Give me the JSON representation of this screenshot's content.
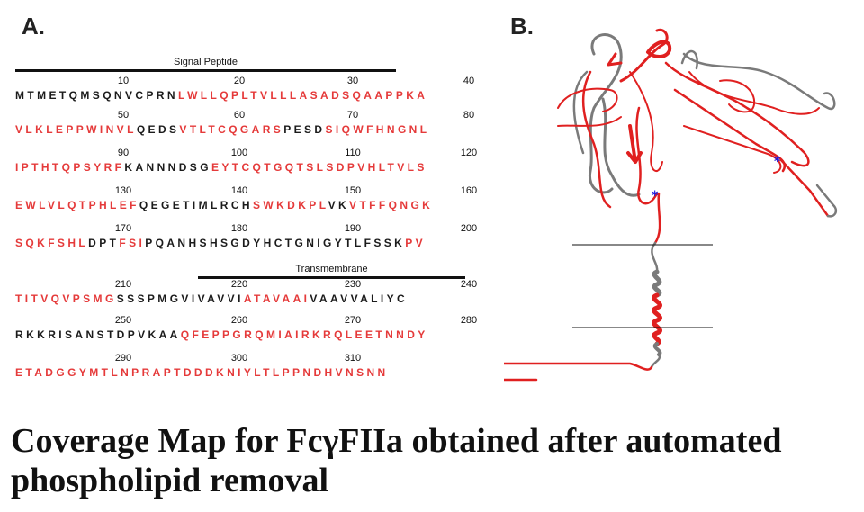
{
  "panel_a": {
    "label": "A.",
    "signal_label": "Signal Peptide",
    "tm_label": "Transmembrane",
    "rows": [
      {
        "numbers": [
          "10",
          "20",
          "30",
          "40"
        ],
        "segments": [
          {
            "t": "MTMETQMSQNVCPRN",
            "c": "b"
          },
          {
            "t": "LWLLQPLTVLLLASADSQAAPPKA",
            "c": "r"
          }
        ]
      },
      {
        "numbers": [
          "50",
          "60",
          "70",
          "80"
        ],
        "segments": [
          {
            "t": "VLKLEPPWINVL",
            "c": "r"
          },
          {
            "t": "QEDS",
            "c": "b"
          },
          {
            "t": "VTLTCQGARS",
            "c": "r"
          },
          {
            "t": "PESD",
            "c": "b"
          },
          {
            "t": "SIQWFHNGNL",
            "c": "r"
          }
        ]
      },
      {
        "numbers": [
          "90",
          "100",
          "110",
          "120"
        ],
        "segments": [
          {
            "t": "IPTHTQPSYRF",
            "c": "r"
          },
          {
            "t": "KANNNDSG",
            "c": "b"
          },
          {
            "t": "EYTCQTGQTSLSDPVHLTVLS",
            "c": "r"
          }
        ]
      },
      {
        "numbers": [
          "130",
          "140",
          "150",
          "160"
        ],
        "segments": [
          {
            "t": "EWLVLQTPHLEF",
            "c": "r"
          },
          {
            "t": "QEGETIMLRCH",
            "c": "b"
          },
          {
            "t": "SWKDKPL",
            "c": "r"
          },
          {
            "t": "VK",
            "c": "b"
          },
          {
            "t": "VTFFQNGK",
            "c": "r"
          }
        ]
      },
      {
        "numbers": [
          "170",
          "180",
          "190",
          "200"
        ],
        "segments": [
          {
            "t": "SQKFSHL",
            "c": "r"
          },
          {
            "t": "DPT",
            "c": "b"
          },
          {
            "t": "FSI",
            "c": "r"
          },
          {
            "t": "PQANHSHSGDYHCTGNIGYTLFSSK",
            "c": "b"
          },
          {
            "t": "PV",
            "c": "r"
          }
        ]
      },
      {
        "numbers": [
          "210",
          "220",
          "230",
          "240"
        ],
        "segments": [
          {
            "t": "TITVQVPSMG",
            "c": "r"
          },
          {
            "t": "SSSPMGVIVAVVI",
            "c": "b"
          },
          {
            "t": "ATAVAAI",
            "c": "r"
          },
          {
            "t": "VAAV",
            "c": "b"
          },
          {
            "t": "VALIYC",
            "c": "b"
          }
        ]
      },
      {
        "numbers": [
          "250",
          "260",
          "270",
          "280"
        ],
        "segments": [
          {
            "t": "RKKRISANSTDPVKAA",
            "c": "b"
          },
          {
            "t": "QFEPPGRQMIAIRKRQLEETNNDY",
            "c": "r"
          }
        ]
      },
      {
        "numbers": [
          "290",
          "300",
          "310"
        ],
        "segments": [
          {
            "t": "ETADGGYMTLNPRAPTDDDKNIYLTLPPNDHVNSNN",
            "c": "r"
          }
        ]
      }
    ]
  },
  "panel_b": {
    "label": "B.",
    "colors": {
      "covered": "#e02020",
      "uncovered": "#7a7a7a",
      "site": "#1a1adc"
    }
  },
  "caption": "Coverage Map for FcγFIIa obtained after automated phospholipid removal"
}
